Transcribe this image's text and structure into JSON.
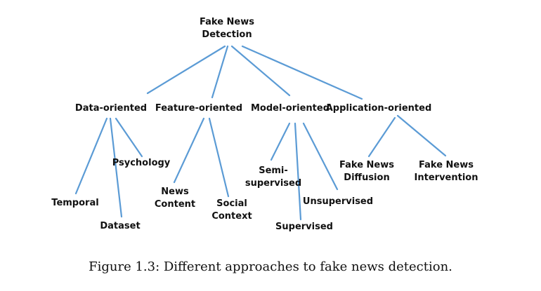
{
  "colors": {
    "edge": "#5b9bd5",
    "text": "#111111"
  },
  "nodes": {
    "root": "Fake News\nDetection",
    "data": "Data-oriented",
    "feature": "Feature-oriented",
    "model": "Model-oriented",
    "application": "Application-oriented",
    "psychology": "Psychology",
    "temporal": "Temporal",
    "dataset": "Dataset",
    "news_content": "News\nContent",
    "social_context": "Social\nContext",
    "semi_supervised": "Semi-\nsupervised",
    "supervised": "Supervised",
    "unsupervised": "Unsupervised",
    "fake_news_diffusion": "Fake News\nDiffusion",
    "fake_news_intervention": "Fake News\nIntervention"
  },
  "caption": "Figure 1.3: Different approaches to fake news detection."
}
